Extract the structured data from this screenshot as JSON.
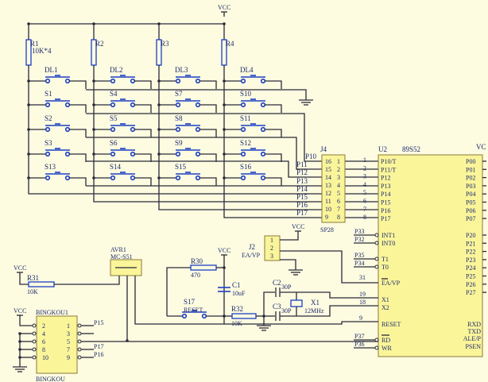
{
  "vcc_label": "VCC",
  "resistors_top": [
    {
      "ref": "R1",
      "value": "10K*4"
    },
    {
      "ref": "R2"
    },
    {
      "ref": "R3"
    },
    {
      "ref": "R4"
    }
  ],
  "switch_grid": [
    [
      "DL1",
      "DL2",
      "DL3",
      "DL4"
    ],
    [
      "S1",
      "S4",
      "S7",
      "S10"
    ],
    [
      "S2",
      "S5",
      "S8",
      "S11"
    ],
    [
      "S3",
      "S6",
      "S9",
      "S12"
    ],
    [
      "S13",
      "S14",
      "S15",
      "S16"
    ]
  ],
  "net_labels": [
    "P10",
    "P11",
    "P12",
    "P13",
    "P14",
    "P15",
    "P16",
    "P17"
  ],
  "j4": {
    "ref": "J4",
    "type": "SP28",
    "left_pins": [
      "16",
      "15",
      "14",
      "13",
      "12",
      "11",
      "10",
      "9"
    ],
    "right_pins": [
      "1",
      "2",
      "3",
      "4",
      "5",
      "6",
      "7",
      "8"
    ]
  },
  "u2": {
    "ref": "U2",
    "part": "89S52",
    "vcc_partial": "VC",
    "pin_numbers": [
      "1",
      "2",
      "3",
      "4",
      "5",
      "6",
      "7",
      "8"
    ],
    "left_port": [
      "P10/T",
      "P11/T",
      "P12",
      "P13",
      "P14",
      "P15",
      "P16",
      "P17"
    ],
    "left_misc": [
      {
        "net": "P33",
        "pin": "INT1"
      },
      {
        "net": "P32",
        "pin": "INT0"
      },
      {
        "net": "P35",
        "pin": "T1"
      },
      {
        "net": "P34",
        "pin": "T0"
      }
    ],
    "ea": {
      "num": "31",
      "pin": "EA/VP"
    },
    "x1": {
      "num": "19",
      "pin": "X1"
    },
    "x2": {
      "num": "18",
      "pin": "X2"
    },
    "reset": {
      "num": "9",
      "pin": "RESET"
    },
    "rd": {
      "net": "P37",
      "pin": "RD"
    },
    "wr": {
      "net": "P36",
      "pin": "WR"
    },
    "right_p0": [
      "P00",
      "P01",
      "P02",
      "P03",
      "P04",
      "P05",
      "P06",
      "P07"
    ],
    "right_p2": [
      "P20",
      "P21",
      "P22",
      "P23",
      "P24",
      "P25",
      "P26",
      "P27"
    ],
    "right_misc": [
      "RXD",
      "TXD",
      "ALE/P",
      "PSEN"
    ]
  },
  "j2": {
    "ref": "J2",
    "label": "EA/VP",
    "pins": [
      "1",
      "2",
      "3"
    ]
  },
  "avr1": {
    "ref": "AVR1",
    "part": "MC-S51"
  },
  "r31": {
    "ref": "R31",
    "value": "10K"
  },
  "r30": {
    "ref": "R30",
    "value": "470"
  },
  "r32": {
    "ref": "R32",
    "value": "10K"
  },
  "c1": {
    "ref": "C1",
    "value": "10uF"
  },
  "c2": {
    "ref": "C2",
    "value": "30P"
  },
  "c3": {
    "ref": "C3",
    "value": "30P"
  },
  "x1": {
    "ref": "X1",
    "value": "12MHz"
  },
  "s17": {
    "ref": "S17",
    "label": "RESET"
  },
  "bingkou": {
    "ref": "BINGKOU1",
    "name": "BINGKOU",
    "left_pins": [
      "2",
      "4",
      "6",
      "8",
      "10"
    ],
    "right_pins": [
      "1",
      "3",
      "5",
      "7",
      "9"
    ],
    "right_nets": [
      "P15",
      "",
      "",
      "P17",
      "P16"
    ]
  },
  "colors": {
    "wire": "#2b2a3a",
    "switch": "#1c3fc4",
    "component_fill": "#fbf59a",
    "background": "#fdfbe0"
  }
}
